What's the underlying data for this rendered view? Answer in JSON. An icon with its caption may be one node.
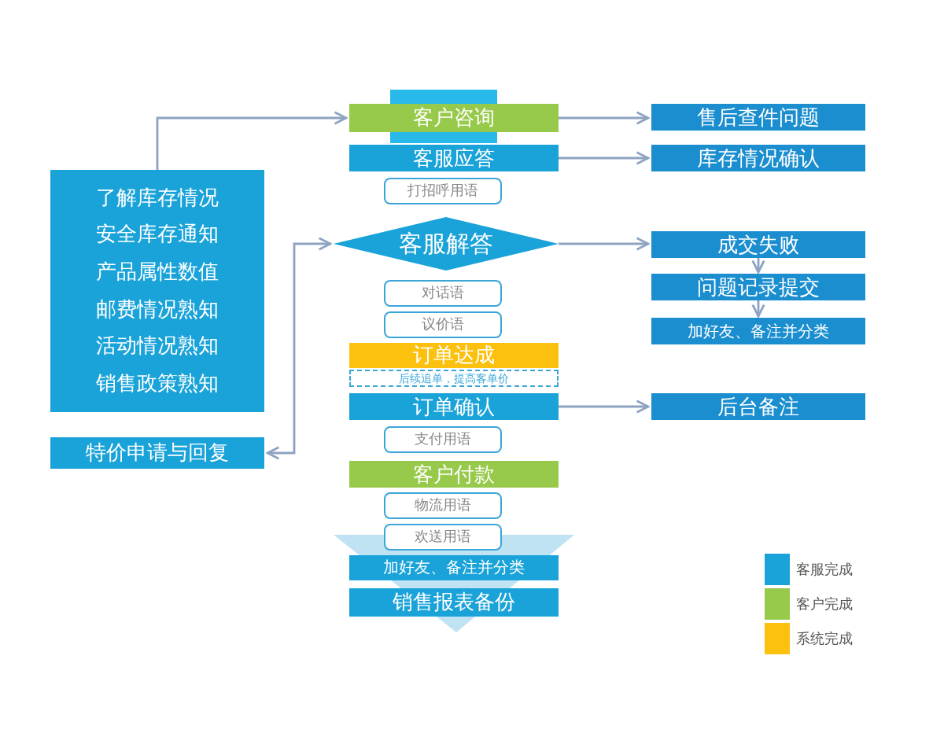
{
  "diagram": {
    "nodes": [
      {
        "text": [
          "了解库存情况",
          "安全库存通知",
          "产品属性数值",
          "邮费情况熟知",
          "活动情况熟知",
          "销售政策熟知"
        ]
      },
      {
        "text": [
          "特价申请与回复"
        ]
      },
      {
        "text": [
          "客户咨询"
        ]
      },
      {
        "text": [
          "客服应答"
        ]
      },
      {
        "text": [
          "打招呼用语"
        ]
      },
      {
        "text": [
          "客服解答"
        ]
      },
      {
        "text": [
          "对话语"
        ]
      },
      {
        "text": [
          "议价语"
        ]
      },
      {
        "text": [
          "订单达成"
        ]
      },
      {
        "text": [
          "后续追单，提高客单价"
        ]
      },
      {
        "text": [
          "订单确认"
        ]
      },
      {
        "text": [
          "支付用语"
        ]
      },
      {
        "text": [
          "客户付款"
        ]
      },
      {
        "text": [
          "物流用语"
        ]
      },
      {
        "text": [
          "欢送用语"
        ]
      },
      {
        "text": [
          "加好友、备注并分类"
        ]
      },
      {
        "text": [
          "销售报表备份"
        ]
      },
      {
        "text": [
          "售后查件问题"
        ]
      },
      {
        "text": [
          "库存情况确认"
        ]
      },
      {
        "text": [
          "成交失败"
        ]
      },
      {
        "text": [
          "问题记录提交"
        ]
      },
      {
        "text": [
          "加好友、备注并分类"
        ]
      },
      {
        "text": [
          "后台备注"
        ]
      }
    ],
    "edges": [
      {
        "from": 0,
        "to": 2,
        "arrow": "to"
      },
      {
        "from": 5,
        "to": 1,
        "arrow": "both"
      },
      {
        "from": 2,
        "to": 17,
        "arrow": "to"
      },
      {
        "from": 3,
        "to": 18,
        "arrow": "to"
      },
      {
        "from": 5,
        "to": 19,
        "arrow": "to"
      },
      {
        "from": 19,
        "to": 20,
        "arrow": "to"
      },
      {
        "from": 20,
        "to": 21,
        "arrow": "to"
      },
      {
        "from": 10,
        "to": 22,
        "arrow": "to"
      }
    ],
    "legend": [
      {
        "text": "客服完成",
        "color": "#1aa3d9"
      },
      {
        "text": "客户完成",
        "color": "#97c94a"
      },
      {
        "text": "系统完成",
        "color": "#fcc10f"
      }
    ]
  }
}
